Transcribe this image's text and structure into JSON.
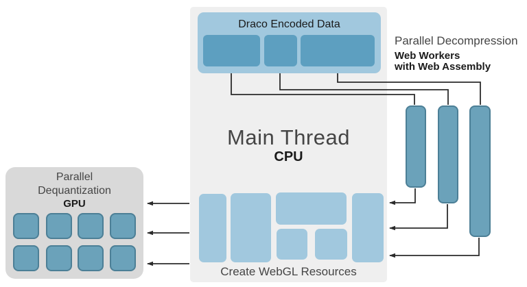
{
  "colors": {
    "light_blue": "#a1c8de",
    "chunk_blue": "#5d9fc0",
    "worker_fill": "#6ba2ba",
    "worker_border": "#4c7f96",
    "main_box_bg": "#efefef",
    "gpu_box_bg": "#d9d9d9",
    "line_color": "#2b2b2b",
    "text_dark": "#1a1a1a",
    "text_gray": "#454545"
  },
  "main_thread": {
    "title": "Main Thread",
    "subtitle": "CPU",
    "draco_label": "Draco Encoded Data",
    "webgl_label": "Create WebGL Resources"
  },
  "decompression": {
    "title": "Parallel Decompression",
    "subtitle_line1": "Web Workers",
    "subtitle_line2": "with Web Assembly"
  },
  "dequantization": {
    "title_line1": "Parallel",
    "title_line2": "Dequantization",
    "subtitle": "GPU"
  }
}
